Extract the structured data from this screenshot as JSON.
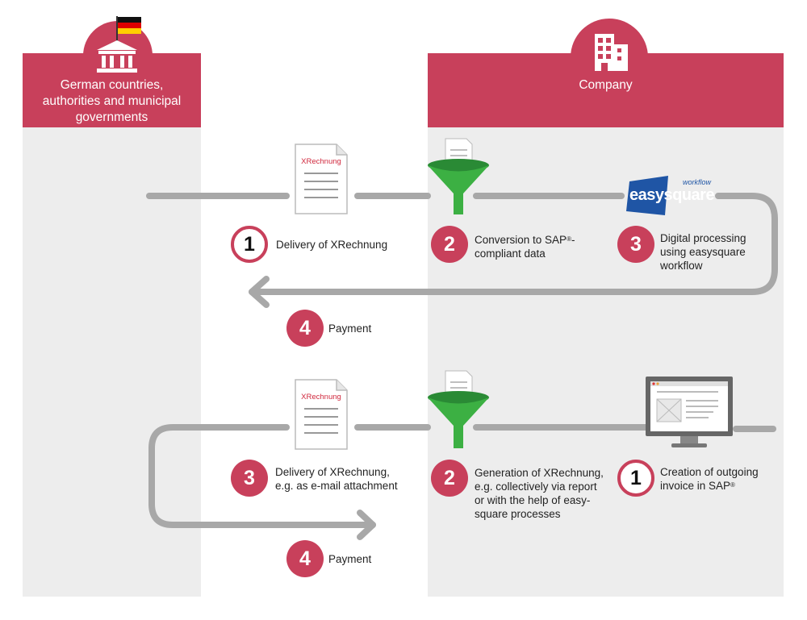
{
  "colors": {
    "accent": "#c8405b",
    "lane": "#ededed",
    "connector": "#a8a8a8",
    "funnel": "#3cb043",
    "easysquare": "#1f55a5"
  },
  "left_column": {
    "title": "German countries, authorities and municipal governments",
    "icon": "government-building-icon",
    "flag_icon": "germany-flag-icon"
  },
  "right_column": {
    "title": "Company",
    "icon": "office-building-icon"
  },
  "logo": {
    "text": "easysquare",
    "superscript": "workflow"
  },
  "top_flow": {
    "document_label": "XRechnung",
    "steps": [
      {
        "number": "1",
        "text": "Delivery of XRechnung"
      },
      {
        "number": "2",
        "text": "Conversion to SAP®-",
        "text2": "compliant data"
      },
      {
        "number": "3",
        "text": "Digital processing",
        "text2": "using easysquare",
        "text3": "workflow"
      },
      {
        "number": "4",
        "text": "Payment"
      }
    ]
  },
  "bottom_flow": {
    "document_label": "XRechnung",
    "steps": [
      {
        "number": "3",
        "text": "Delivery of XRechnung,",
        "text2": "e.g. as e-mail attachment"
      },
      {
        "number": "2",
        "text": "Generation of XRechnung,",
        "text2": "e.g. collectively via report",
        "text3": "or with the help of easy-",
        "text4": "square processes"
      },
      {
        "number": "1",
        "text": "Creation of outgoing",
        "text2": "invoice in SAP®"
      },
      {
        "number": "4",
        "text": "Payment"
      }
    ]
  }
}
